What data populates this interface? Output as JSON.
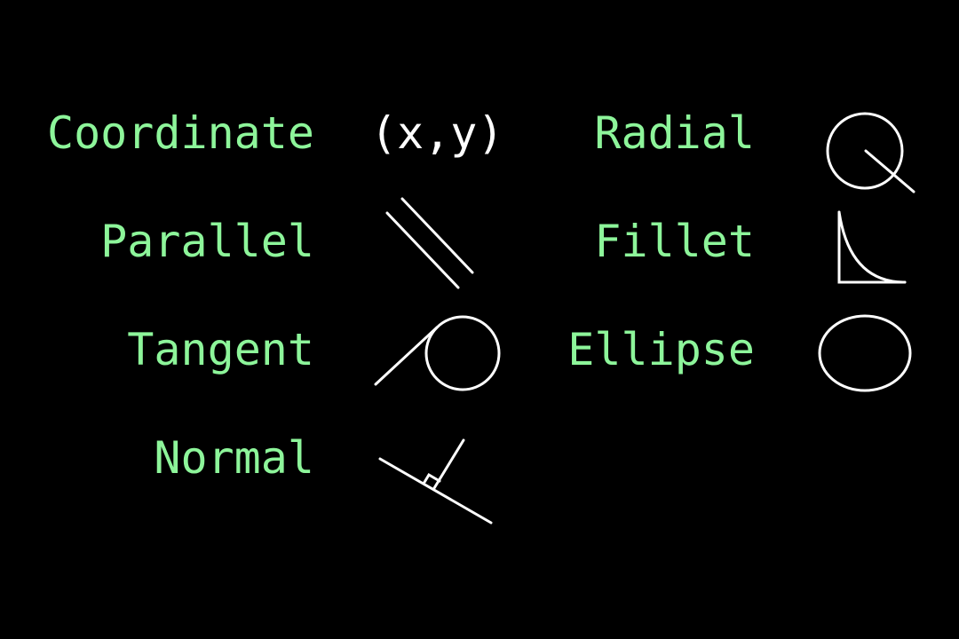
{
  "colors": {
    "background": "#000000",
    "label": "#8df59a",
    "symbol": "#ffffff"
  },
  "constraints": {
    "coordinate": {
      "label": "Coordinate",
      "symbol_text": "(x,y)",
      "icon": "coordinate-notation"
    },
    "parallel": {
      "label": "Parallel",
      "icon": "parallel-lines-icon"
    },
    "tangent": {
      "label": "Tangent",
      "icon": "tangent-line-circle-icon"
    },
    "normal": {
      "label": "Normal",
      "icon": "perpendicular-normal-icon"
    },
    "radial": {
      "label": "Radial",
      "icon": "circle-radius-icon"
    },
    "fillet": {
      "label": "Fillet",
      "icon": "fillet-corner-icon"
    },
    "ellipse": {
      "label": "Ellipse",
      "icon": "ellipse-icon"
    }
  }
}
